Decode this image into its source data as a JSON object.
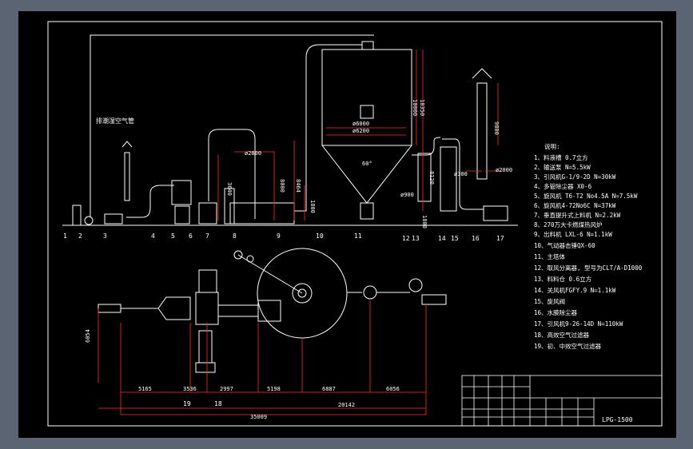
{
  "title_block": {
    "drawing_no": "LPG-1500"
  },
  "colors": {
    "background": "#000000",
    "frame": "#ffffff",
    "dimension": "#ff2a2a",
    "equipment": "#ffffff",
    "bezel": "#5a6472"
  },
  "annotations": {
    "pipe_note": "排潮湿空气管"
  },
  "legend": {
    "title": "说明:",
    "items": [
      "1、料液槽 0.7立方",
      "2、输送泵 N=5.5kW",
      "3、引风机G-1/9-2D N=30kW",
      "4、多管除尘器 X0-6",
      "5、旋风机 T6-T2 No4.5A N=7.5kW",
      "6、旋风机4-72No6C N=37kW",
      "7、垂直提升式上料机 N=2.2kW",
      "8、270万大卡燃煤热风炉",
      "9、出料机 LXL-6 N=1.1kW",
      "10、气动器击锤QX-60",
      "11、主塔体",
      "12、取风分离器, 型号为CLT/A-D1000",
      "13、料料仓 0.6立方",
      "14、关风机FGFY.9 N=1.1kW",
      "15、旋风阀",
      "16、水膜除尘器",
      "17、引风机9-26-14D N=110kW",
      "18、高效空气过滤器",
      "19、初、中效空气过滤器"
    ]
  },
  "elevation": {
    "callouts": [
      "1",
      "2",
      "3",
      "4",
      "5",
      "6",
      "7",
      "8",
      "9",
      "10",
      "11",
      "12",
      "13",
      "14",
      "15",
      "16",
      "17"
    ],
    "dims": {
      "chamber_top_dia": "ø6000",
      "chamber_dia": "ø6200",
      "tower_height": "10000",
      "tower_height2": "18350",
      "chimney_height": "9800",
      "angle": "60°",
      "cone_dia": "ø900",
      "furnace_dia": "ø2800",
      "furnace_h": "3640",
      "h8000": "8000",
      "h8464": "8464",
      "h1800": "1800",
      "h1800b": "1800",
      "h8120": "8120",
      "d300": "ø300",
      "d2000": "ø2000"
    }
  },
  "plan": {
    "callouts": [
      "19",
      "18"
    ],
    "dims": {
      "v6054": "6054",
      "d5165": "5165",
      "d3536": "3536",
      "d2997": "2997",
      "d5198": "5198",
      "d6887": "6887",
      "d6056": "6056",
      "d20142": "20142",
      "d35009": "35009"
    }
  }
}
